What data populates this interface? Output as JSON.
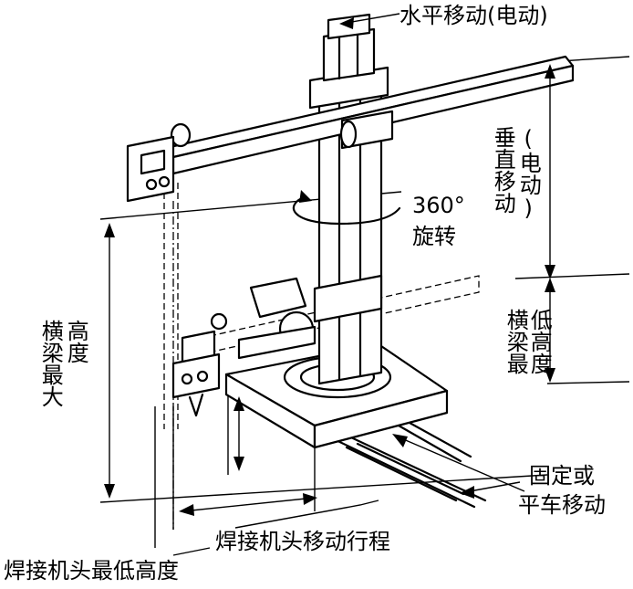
{
  "labels": {
    "horizontal_move": "水平移动(电动)",
    "vertical_move_line1": "垂直移动",
    "vertical_move_line2": "(电动)",
    "rotation_value": "360°",
    "rotation_text": "旋转",
    "beam_max_height_line1": "横梁最大",
    "beam_max_height_line2": "高度",
    "beam_min_height_line1": "横梁最",
    "beam_min_height_line2": "低高度",
    "fixed_or_cart_line1": "固定或",
    "fixed_or_cart_line2": "平车移动",
    "head_travel": "焊接机头移动行程",
    "head_min_height": "焊接机头最低高度"
  }
}
